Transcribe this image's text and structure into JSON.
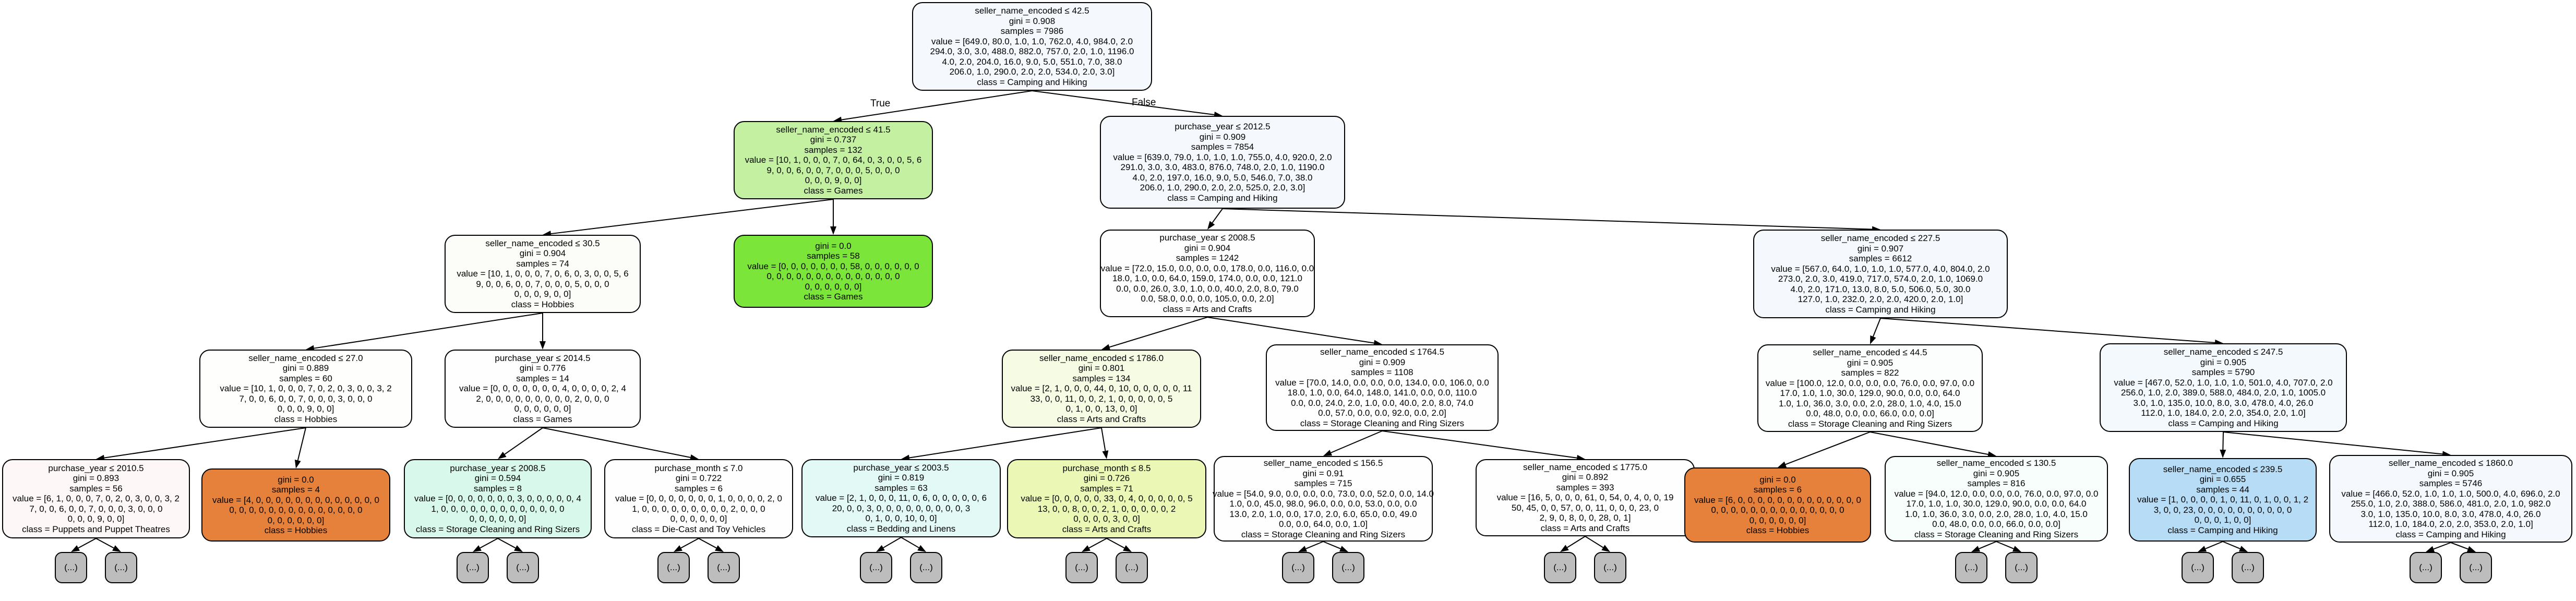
{
  "edge_labels": {
    "true": "True",
    "false": "False"
  },
  "nodes": [
    {
      "id": "n0",
      "color": "#f5f9fe",
      "lines": [
        "seller_name_encoded ≤ 42.5",
        "gini = 0.908",
        "samples = 7986",
        "value = [649.0, 80.0, 1.0, 1.0, 762.0, 4.0, 984.0, 2.0",
        "294.0, 3.0, 3.0, 488.0, 882.0, 757.0, 2.0, 1.0, 1196.0",
        "4.0, 2.0, 204.0, 16.0, 9.0, 5.0, 551.0, 7.0, 38.0",
        "206.0, 1.0, 290.0, 2.0, 2.0, 534.0, 2.0, 3.0]",
        "class = Camping and Hiking"
      ]
    },
    {
      "id": "n1",
      "color": "#c4f0a2",
      "lines": [
        "seller_name_encoded ≤ 41.5",
        "gini = 0.737",
        "samples = 132",
        "value = [10, 1, 0, 0, 0, 7, 0, 64, 0, 3, 0, 0, 5, 6",
        "9, 0, 0, 6, 0, 0, 7, 0, 0, 0, 5, 0, 0, 0",
        "0, 0, 0, 9, 0, 0]",
        "class = Games"
      ]
    },
    {
      "id": "n2",
      "color": "#f5f9fe",
      "lines": [
        "purchase_year ≤ 2012.5",
        "gini = 0.909",
        "samples = 7854",
        "value = [639.0, 79.0, 1.0, 1.0, 1.0, 755.0, 4.0, 920.0, 2.0",
        "291.0, 3.0, 3.0, 483.0, 876.0, 748.0, 2.0, 1.0, 1190.0",
        "4.0, 2.0, 197.0, 16.0, 9.0, 5.0, 546.0, 7.0, 38.0",
        "206.0, 1.0, 290.0, 2.0, 2.0, 525.0, 2.0, 3.0]",
        "class = Camping and Hiking"
      ]
    },
    {
      "id": "n3",
      "color": "#fcfcf9",
      "lines": [
        "seller_name_encoded ≤ 30.5",
        "gini = 0.904",
        "samples = 74",
        "value = [10, 1, 0, 0, 0, 7, 0, 6, 0, 3, 0, 0, 5, 6",
        "9, 0, 0, 6, 0, 0, 7, 0, 0, 0, 5, 0, 0, 0",
        "0, 0, 0, 9, 0, 0]",
        "class = Hobbies"
      ]
    },
    {
      "id": "n4",
      "color": "#7be539",
      "lines": [
        "gini = 0.0",
        "samples = 58",
        "value = [0, 0, 0, 0, 0, 0, 0, 58, 0, 0, 0, 0, 0, 0",
        "0, 0, 0, 0, 0, 0, 0, 0, 0, 0, 0, 0, 0, 0",
        "0, 0, 0, 0, 0, 0]",
        "class = Games"
      ]
    },
    {
      "id": "n5",
      "color": "#fefefe",
      "lines": [
        "purchase_year ≤ 2008.5",
        "gini = 0.904",
        "samples = 1242",
        "value = [72.0, 15.0, 0.0, 0.0, 0.0, 178.0, 0.0, 116.0, 0.0",
        "18.0, 1.0, 0.0, 64.0, 159.0, 174.0, 0.0, 0.0, 121.0",
        "0.0, 0.0, 26.0, 3.0, 1.0, 0.0, 40.0, 2.0, 8.0, 79.0",
        "0.0, 58.0, 0.0, 0.0, 105.0, 0.0, 2.0]",
        "class = Arts and Crafts"
      ]
    },
    {
      "id": "n6",
      "color": "#f5f9fd",
      "lines": [
        "seller_name_encoded ≤ 227.5",
        "gini = 0.907",
        "samples = 6612",
        "value = [567.0, 64.0, 1.0, 1.0, 1.0, 577.0, 4.0, 804.0, 2.0",
        "273.0, 2.0, 3.0, 419.0, 717.0, 574.0, 2.0, 1.0, 1069.0",
        "4.0, 2.0, 171.0, 13.0, 8.0, 5.0, 506.0, 5.0, 30.0",
        "127.0, 1.0, 232.0, 2.0, 2.0, 420.0, 2.0, 1.0]",
        "class = Camping and Hiking"
      ]
    },
    {
      "id": "n7",
      "color": "#fefefd",
      "lines": [
        "seller_name_encoded ≤ 27.0",
        "gini = 0.889",
        "samples = 60",
        "value = [10, 1, 0, 0, 0, 7, 0, 2, 0, 3, 0, 0, 3, 2",
        "7, 0, 0, 6, 0, 0, 7, 0, 0, 0, 3, 0, 0, 0",
        "0, 0, 0, 9, 0, 0]",
        "class = Hobbies"
      ]
    },
    {
      "id": "n8",
      "color": "#fefefe",
      "lines": [
        "purchase_year ≤ 2014.5",
        "gini = 0.776",
        "samples = 14",
        "value = [0, 0, 0, 0, 0, 0, 0, 4, 0, 0, 0, 0, 2, 4",
        "2, 0, 0, 0, 0, 0, 0, 0, 0, 0, 2, 0, 0, 0",
        "0, 0, 0, 0, 0, 0]",
        "class = Games"
      ]
    },
    {
      "id": "n9",
      "color": "#f6fbe4",
      "lines": [
        "seller_name_encoded ≤ 1786.0",
        "gini = 0.801",
        "samples = 134",
        "value = [2, 1, 0, 0, 0, 44, 0, 10, 0, 0, 0, 0, 0, 11",
        "33, 0, 0, 11, 0, 0, 2, 1, 0, 0, 0, 0, 0, 5",
        "0, 1, 0, 0, 13, 0, 0]",
        "class = Arts and Crafts"
      ]
    },
    {
      "id": "n10",
      "color": "#fefefe",
      "lines": [
        "seller_name_encoded ≤ 1764.5",
        "gini = 0.909",
        "samples = 1108",
        "value = [70.0, 14.0, 0.0, 0.0, 0.0, 134.0, 0.0, 106.0, 0.0",
        "18.0, 1.0, 0.0, 64.0, 148.0, 141.0, 0.0, 0.0, 110.0",
        "0.0, 0.0, 24.0, 2.0, 1.0, 0.0, 40.0, 2.0, 8.0, 74.0",
        "0.0, 57.0, 0.0, 0.0, 92.0, 0.0, 2.0]",
        "class = Storage Cleaning and Ring Sizers"
      ]
    },
    {
      "id": "n11",
      "color": "#fbfefd",
      "lines": [
        "seller_name_encoded ≤ 44.5",
        "gini = 0.905",
        "samples = 822",
        "value = [100.0, 12.0, 0.0, 0.0, 0.0, 76.0, 0.0, 97.0, 0.0",
        "17.0, 1.0, 1.0, 30.0, 129.0, 90.0, 0.0, 0.0, 64.0",
        "1.0, 1.0, 36.0, 3.0, 0.0, 2.0, 28.0, 1.0, 4.0, 15.0",
        "0.0, 48.0, 0.0, 0.0, 66.0, 0.0, 0.0]",
        "class = Storage Cleaning and Ring Sizers"
      ]
    },
    {
      "id": "n12",
      "color": "#f4f9fd",
      "lines": [
        "seller_name_encoded ≤ 247.5",
        "gini = 0.905",
        "samples = 5790",
        "value = [467.0, 52.0, 1.0, 1.0, 1.0, 501.0, 4.0, 707.0, 2.0",
        "256.0, 1.0, 2.0, 389.0, 588.0, 484.0, 2.0, 1.0, 1005.0",
        "3.0, 1.0, 135.0, 10.0, 8.0, 3.0, 478.0, 4.0, 26.0",
        "112.0, 1.0, 184.0, 2.0, 2.0, 354.0, 2.0, 1.0]",
        "class = Camping and Hiking"
      ]
    },
    {
      "id": "n13",
      "color": "#fdf8f7",
      "lines": [
        "purchase_year ≤ 2010.5",
        "gini = 0.893",
        "samples = 56",
        "value = [6, 1, 0, 0, 0, 7, 0, 2, 0, 3, 0, 0, 3, 2",
        "7, 0, 0, 6, 0, 0, 7, 0, 0, 0, 3, 0, 0, 0",
        "0, 0, 0, 9, 0, 0]",
        "class = Puppets and Puppet Theatres"
      ]
    },
    {
      "id": "n14",
      "color": "#e5813a",
      "lines": [
        "gini = 0.0",
        "samples = 4",
        "value = [4, 0, 0, 0, 0, 0, 0, 0, 0, 0, 0, 0, 0, 0",
        "0, 0, 0, 0, 0, 0, 0, 0, 0, 0, 0, 0, 0, 0",
        "0, 0, 0, 0, 0, 0]",
        "class = Hobbies"
      ]
    },
    {
      "id": "n15",
      "color": "#d8f8eb",
      "lines": [
        "purchase_year ≤ 2008.5",
        "gini = 0.594",
        "samples = 8",
        "value = [0, 0, 0, 0, 0, 0, 0, 3, 0, 0, 0, 0, 0, 4",
        "1, 0, 0, 0, 0, 0, 0, 0, 0, 0, 0, 0, 0, 0",
        "0, 0, 0, 0, 0, 0]",
        "class = Storage Cleaning and Ring Sizers"
      ]
    },
    {
      "id": "n16",
      "color": "#fefefe",
      "lines": [
        "purchase_month ≤ 7.0",
        "gini = 0.722",
        "samples = 6",
        "value = [0, 0, 0, 0, 0, 0, 0, 1, 0, 0, 0, 0, 2, 0",
        "1, 0, 0, 0, 0, 0, 0, 0, 0, 0, 2, 0, 0, 0",
        "0, 0, 0, 0, 0, 0]",
        "class = Die-Cast and Toy Vehicles"
      ]
    },
    {
      "id": "n17",
      "color": "#e2f9f6",
      "lines": [
        "purchase_year ≤ 2003.5",
        "gini = 0.819",
        "samples = 63",
        "value = [2, 1, 0, 0, 0, 11, 0, 6, 0, 0, 0, 0, 0, 6",
        "20, 0, 0, 3, 0, 0, 0, 0, 0, 0, 0, 0, 0, 3",
        "0, 1, 0, 0, 10, 0, 0]",
        "class = Bedding and Linens"
      ]
    },
    {
      "id": "n18",
      "color": "#ebf7b4",
      "lines": [
        "purchase_month ≤ 8.5",
        "gini = 0.726",
        "samples = 71",
        "value = [0, 0, 0, 0, 0, 33, 0, 4, 0, 0, 0, 0, 0, 5",
        "13, 0, 0, 8, 0, 0, 2, 1, 0, 0, 0, 0, 0, 2",
        "0, 0, 0, 0, 3, 0, 0]",
        "class = Arts and Crafts"
      ]
    },
    {
      "id": "n19",
      "color": "#fefefe",
      "lines": [
        "seller_name_encoded ≤ 156.5",
        "gini = 0.91",
        "samples = 715",
        "value = [54.0, 9.0, 0.0, 0.0, 0.0, 73.0, 0.0, 52.0, 0.0, 14.0",
        "1.0, 0.0, 45.0, 98.0, 96.0, 0.0, 0.0, 53.0, 0.0, 0.0",
        "13.0, 2.0, 1.0, 0.0, 17.0, 2.0, 6.0, 65.0, 0.0, 49.0",
        "0.0, 0.0, 64.0, 0.0, 1.0]",
        "class = Storage Cleaning and Ring Sizers"
      ]
    },
    {
      "id": "n20",
      "color": "#fefefe",
      "lines": [
        "seller_name_encoded ≤ 1775.0",
        "gini = 0.892",
        "samples = 393",
        "value = [16, 5, 0, 0, 0, 61, 0, 54, 0, 4, 0, 0, 19",
        "50, 45, 0, 0, 57, 0, 0, 11, 0, 0, 0, 23, 0",
        "2, 9, 0, 8, 0, 0, 28, 0, 1]",
        "class = Arts and Crafts"
      ]
    },
    {
      "id": "n21",
      "color": "#e5813a",
      "lines": [
        "gini = 0.0",
        "samples = 6",
        "value = [6, 0, 0, 0, 0, 0, 0, 0, 0, 0, 0, 0, 0, 0",
        "0, 0, 0, 0, 0, 0, 0, 0, 0, 0, 0, 0, 0, 0",
        "0, 0, 0, 0, 0, 0]",
        "class = Hobbies"
      ]
    },
    {
      "id": "n22",
      "color": "#f8fefc",
      "lines": [
        "seller_name_encoded ≤ 130.5",
        "gini = 0.905",
        "samples = 816",
        "value = [94.0, 12.0, 0.0, 0.0, 0.0, 76.0, 0.0, 97.0, 0.0",
        "17.0, 1.0, 1.0, 30.0, 129.0, 90.0, 0.0, 0.0, 64.0",
        "1.0, 1.0, 36.0, 3.0, 0.0, 2.0, 28.0, 1.0, 4.0, 15.0",
        "0.0, 48.0, 0.0, 0.0, 66.0, 0.0, 0.0]",
        "class = Storage Cleaning and Ring Sizers"
      ]
    },
    {
      "id": "n23",
      "color": "#b6ddf5",
      "lines": [
        "seller_name_encoded ≤ 239.5",
        "gini = 0.655",
        "samples = 44",
        "value = [1, 0, 0, 0, 0, 1, 0, 11, 0, 1, 0, 0, 1, 2",
        "3, 0, 0, 23, 0, 0, 0, 0, 0, 0, 0, 0, 0, 0",
        "0, 0, 0, 1, 0, 0]",
        "class = Camping and Hiking"
      ]
    },
    {
      "id": "n24",
      "color": "#f5f9fe",
      "lines": [
        "seller_name_encoded ≤ 1860.0",
        "gini = 0.905",
        "samples = 5746",
        "value = [466.0, 52.0, 1.0, 1.0, 1.0, 500.0, 4.0, 696.0, 2.0",
        "255.0, 1.0, 2.0, 388.0, 586.0, 481.0, 2.0, 1.0, 982.0",
        "3.0, 1.0, 135.0, 10.0, 8.0, 3.0, 478.0, 4.0, 26.0",
        "112.0, 1.0, 184.0, 2.0, 2.0, 353.0, 2.0, 1.0]",
        "class = Camping and Hiking"
      ]
    }
  ],
  "truncated_leaf_label": "(...)",
  "edges": [
    [
      "n0",
      "n1"
    ],
    [
      "n0",
      "n2"
    ],
    [
      "n1",
      "n3"
    ],
    [
      "n1",
      "n4"
    ],
    [
      "n2",
      "n5"
    ],
    [
      "n2",
      "n6"
    ],
    [
      "n3",
      "n7"
    ],
    [
      "n3",
      "n8"
    ],
    [
      "n5",
      "n9"
    ],
    [
      "n5",
      "n10"
    ],
    [
      "n6",
      "n11"
    ],
    [
      "n6",
      "n12"
    ],
    [
      "n7",
      "n13"
    ],
    [
      "n7",
      "n14"
    ],
    [
      "n8",
      "n15"
    ],
    [
      "n8",
      "n16"
    ],
    [
      "n9",
      "n17"
    ],
    [
      "n9",
      "n18"
    ],
    [
      "n10",
      "n19"
    ],
    [
      "n10",
      "n20"
    ],
    [
      "n11",
      "n21"
    ],
    [
      "n11",
      "n22"
    ],
    [
      "n12",
      "n23"
    ],
    [
      "n12",
      "n24"
    ]
  ],
  "truncated_parents": [
    "n13",
    "n15",
    "n16",
    "n17",
    "n18",
    "n19",
    "n20",
    "n22",
    "n23",
    "n24"
  ]
}
